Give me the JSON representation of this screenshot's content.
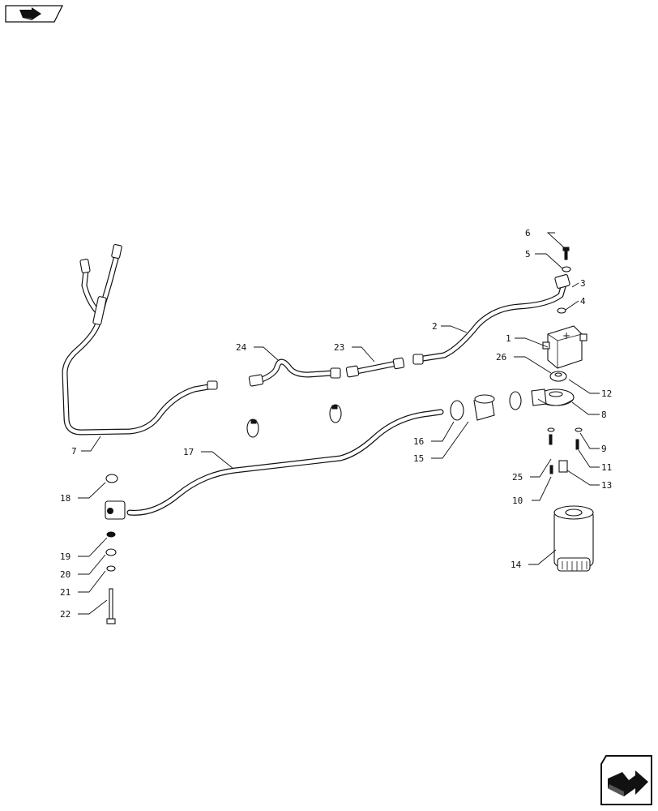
{
  "nav": {
    "previous_icon": "arrow-back-icon",
    "next_icon": "arrow-forward-icon"
  },
  "callouts": [
    "1",
    "2",
    "3",
    "4",
    "5",
    "6",
    "7",
    "8",
    "9",
    "10",
    "11",
    "12",
    "13",
    "14",
    "15",
    "16",
    "17",
    "18",
    "19",
    "20",
    "21",
    "22",
    "23",
    "24",
    "25",
    "26"
  ]
}
